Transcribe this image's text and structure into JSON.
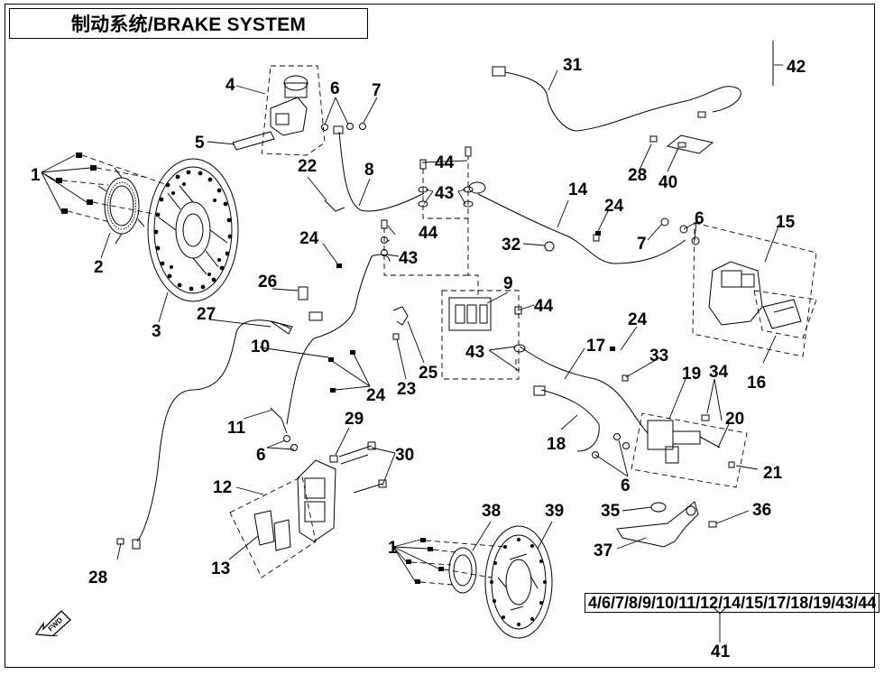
{
  "title": {
    "cn": "制动系统",
    "en": "/BRAKE SYSTEM"
  },
  "kit": {
    "text": "4/6/7/8/9/10/11/12/14/15/17/18/19/43/44",
    "ref": "41"
  },
  "fwd_label": "FWD",
  "callouts": [
    "1",
    "2",
    "3",
    "4",
    "5",
    "6",
    "7",
    "8",
    "9",
    "10",
    "11",
    "12",
    "13",
    "14",
    "15",
    "16",
    "17",
    "18",
    "19",
    "20",
    "21",
    "22",
    "23",
    "24",
    "25",
    "26",
    "27",
    "28",
    "29",
    "30",
    "31",
    "32",
    "33",
    "34",
    "35",
    "36",
    "37",
    "38",
    "39",
    "40",
    "41",
    "42",
    "43",
    "44"
  ]
}
